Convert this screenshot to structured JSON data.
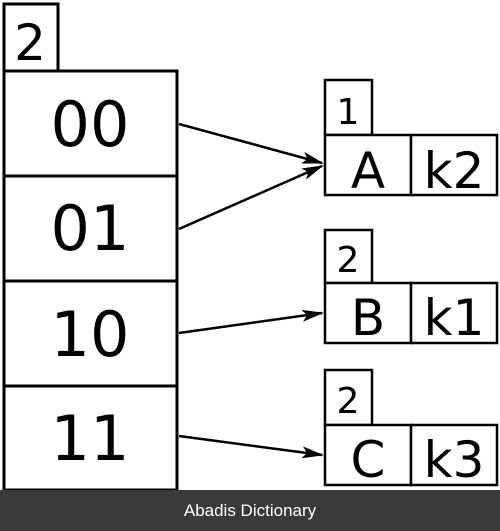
{
  "directory": {
    "global_depth": "2",
    "entries": [
      "00",
      "01",
      "10",
      "11"
    ]
  },
  "buckets": [
    {
      "local_depth": "1",
      "value": "A",
      "key": "k2"
    },
    {
      "local_depth": "2",
      "value": "B",
      "key": "k1"
    },
    {
      "local_depth": "2",
      "value": "C",
      "key": "k3"
    }
  ],
  "pointers": [
    {
      "from": "00",
      "to_bucket": 0
    },
    {
      "from": "01",
      "to_bucket": 0
    },
    {
      "from": "10",
      "to_bucket": 1
    },
    {
      "from": "11",
      "to_bucket": 2
    }
  ],
  "watermark": "Abadis Dictionary"
}
